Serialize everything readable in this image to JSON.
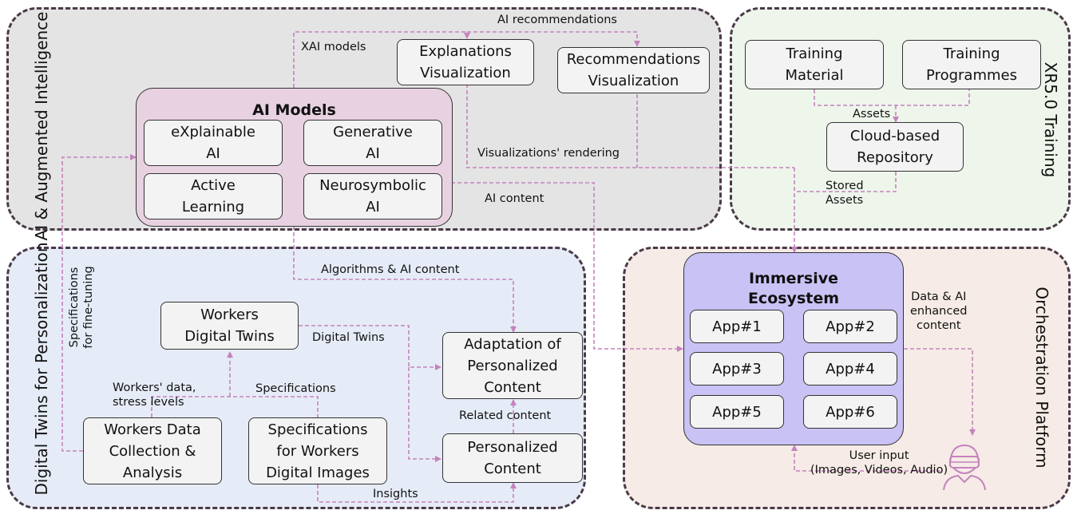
{
  "regions": {
    "ai": {
      "label": "AI & Augmented\nIntelligence",
      "color": "#e4e4e4"
    },
    "training": {
      "label": "XR5.0 Training",
      "color": "#eef6ec"
    },
    "digital_twins": {
      "label": "Digital Twins for\nPersonalization",
      "color": "#e6ecf7"
    },
    "orchestration": {
      "label": "Orchestration\nPlatform",
      "color": "#f6ebe6"
    }
  },
  "boxes": {
    "explanations_viz": "Explanations\nVisualization",
    "recommendations_viz": "Recommendations\nVisualization",
    "ai_models_title": "AI Models",
    "xai": "eXplainable\nAI",
    "generative": "Generative\nAI",
    "active_learning": "Active\nLearning",
    "neurosymbolic": "Neurosymbolic\nAI",
    "training_material": "Training\nMaterial",
    "training_programmes": "Training\nProgrammes",
    "cloud_repo": "Cloud-based\nRepository",
    "workers_dt": "Workers\nDigital Twins",
    "workers_data": "Workers Data\nCollection &\nAnalysis",
    "specs_images": "Specifications\nfor Workers\nDigital Images",
    "adaptation": "Adaptation of\nPersonalized\nContent",
    "personalized": "Personalized\nContent",
    "immersive_title": "Immersive\nEcosystem",
    "apps": [
      "App#1",
      "App#2",
      "App#3",
      "App#4",
      "App#5",
      "App#6"
    ]
  },
  "labels": {
    "ai_recommendations": "AI recommendations",
    "xai_models": "XAI models",
    "viz_rendering": "Visualizations' rendering",
    "ai_content": "AI content",
    "assets": "Assets",
    "stored_assets": "Stored\nAssets",
    "specs_finetuning": "Specifications\nfor fine-tuning",
    "algorithms": "Algorithms & AI content",
    "digital_twins": "Digital Twins",
    "workers_data": "Workers' data,\nstress levels",
    "specifications": "Specifications",
    "related_content": "Related content",
    "insights": "Insights",
    "data_ai_enhanced": "Data & AI\nenhanced\ncontent",
    "user_input": "User input\n(Images, Videos, Audio)"
  },
  "colors": {
    "connector": "#c483bd",
    "ai_models_fill": "#e8d2e2",
    "immersive_fill": "#c9c2f4",
    "region_border": "#4a3a48"
  }
}
